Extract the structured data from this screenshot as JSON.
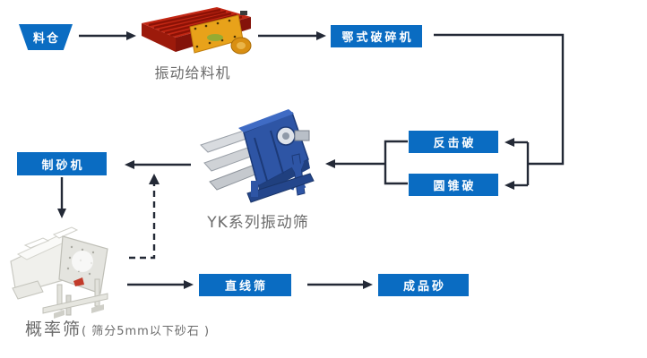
{
  "palette": {
    "box_blue": "#0a6cc2",
    "arrow_color": "#232936",
    "label_gray": "#6b6b6b",
    "feeder_red": "#c22714",
    "feeder_yellow": "#e8a21a",
    "screen_blue": "#2e55a5",
    "background": "#ffffff"
  },
  "flow": {
    "silo": {
      "label": "料仓"
    },
    "feeder": {
      "label": "振动给料机"
    },
    "jaw_crusher": {
      "label": "鄂式破碎机"
    },
    "impact_crusher": {
      "label": "反击破"
    },
    "cone_crusher": {
      "label": "圆锥破"
    },
    "yk_screen": {
      "label": "YK系列振动筛"
    },
    "sand_maker": {
      "label": "制砂机"
    },
    "probability_screen": {
      "label": "概率筛",
      "note": "( 筛分5mm以下砂石 )"
    },
    "linear_screen": {
      "label": "直线筛"
    },
    "finished_sand": {
      "label": "成品砂"
    }
  }
}
